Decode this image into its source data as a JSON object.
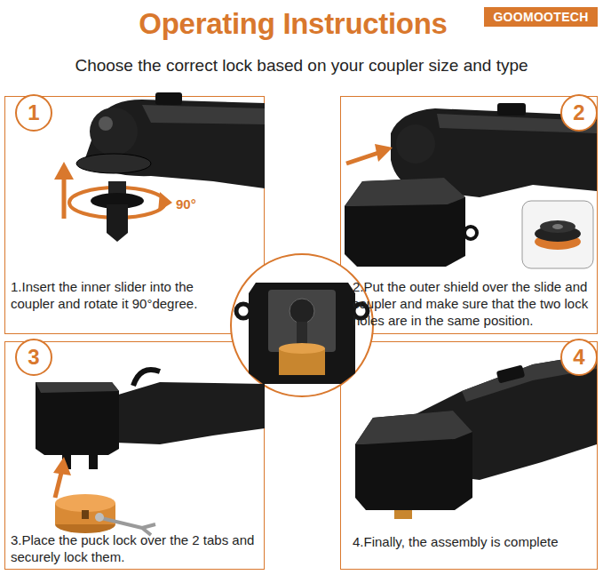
{
  "diagram": {
    "title": "Operating Instructions",
    "nodes": [
      {
        "text": [
          "1.Insert the inner slider into the coupler and rotate it 90°degree."
        ]
      },
      {
        "text": [
          "1"
        ],
        "in": 0
      },
      {
        "text": [
          "2.Put the outer shield over the slide and coupler and make sure that the two lock holes are in the same position."
        ]
      },
      {
        "text": [
          "2"
        ],
        "in": 2
      },
      {
        "text": [
          "3.Place the puck lock over the 2 tabs and securely lock them."
        ]
      },
      {
        "text": [
          "3"
        ],
        "in": 4
      },
      {
        "text": [
          "4.Finally, the assembly is complete"
        ]
      },
      {
        "text": [
          "4"
        ],
        "in": 6
      }
    ],
    "labels": [
      "GOOMOOTECH",
      "Choose the correct lock based on your coupler size and type",
      "90°"
    ]
  }
}
